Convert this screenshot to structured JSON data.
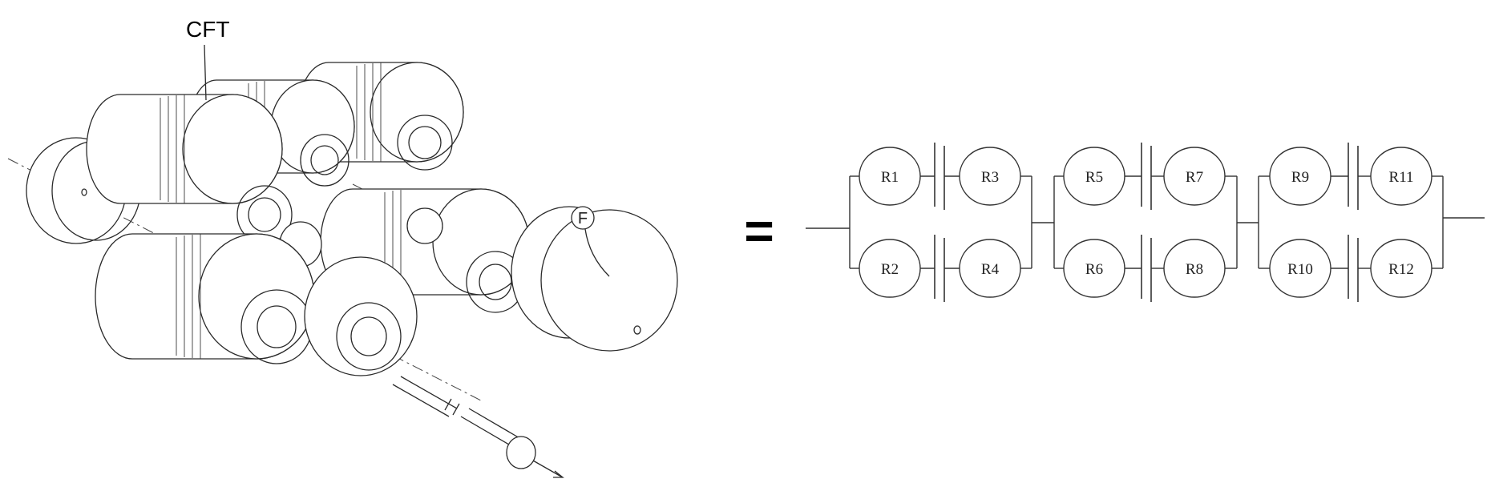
{
  "assembly": {
    "label": "CFT",
    "detail_marker": "F"
  },
  "equals_sign": "=",
  "circuit": {
    "resistors": [
      "R1",
      "R2",
      "R3",
      "R4",
      "R5",
      "R6",
      "R7",
      "R8",
      "R9",
      "R10",
      "R11",
      "R12"
    ]
  }
}
